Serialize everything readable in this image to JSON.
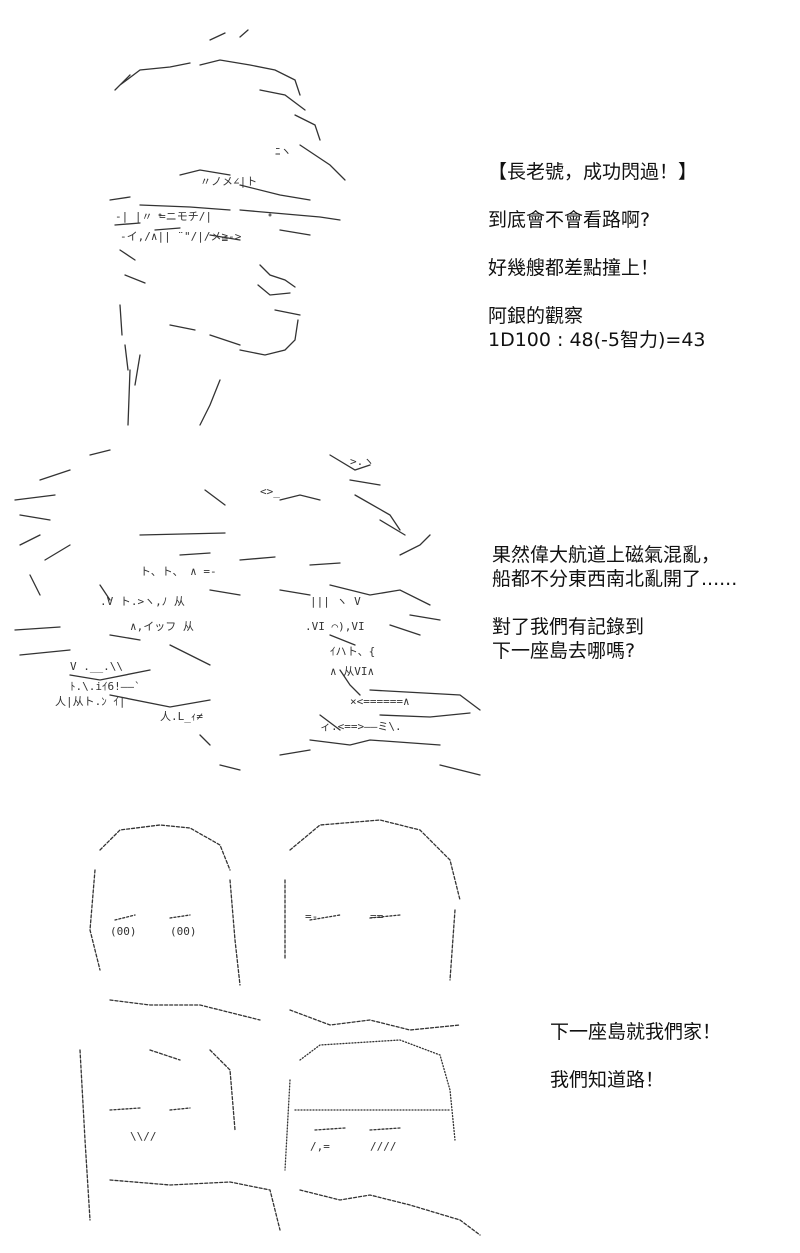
{
  "panel1": {
    "lines": [
      "【長老號，成功閃過！】",
      "到底會不會看路啊?",
      "好幾艘都差點撞上！",
      "阿銀的觀察",
      "1D100 : 48(-5智力)=43"
    ]
  },
  "panel2": {
    "lines": [
      "果然偉大航道上磁氣混亂，",
      "船都不分東西南北亂開了......",
      "對了我們有記錄到",
      "下一座島去哪嗎?"
    ]
  },
  "panel3": {
    "lines": [
      "下一座島就我們家！",
      "我們知道路！"
    ]
  }
}
